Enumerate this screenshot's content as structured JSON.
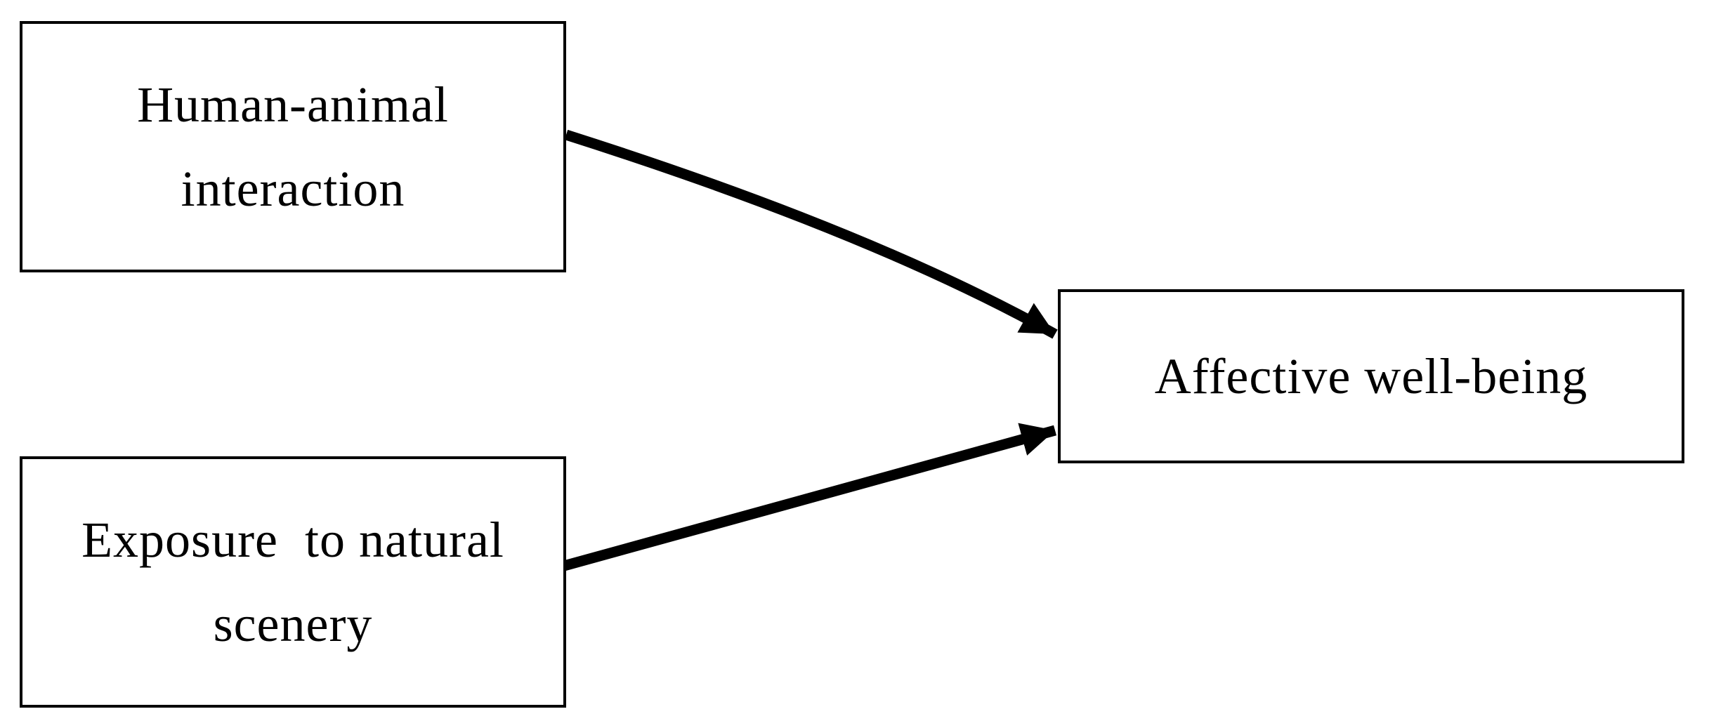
{
  "figure": {
    "type": "path-diagram",
    "background_color": "#ffffff",
    "stroke_color": "#000000",
    "text_color": "#000000",
    "nodes": [
      {
        "id": "human-animal-interaction",
        "label": "Human-animal interaction",
        "lines": [
          "Human-animal",
          "interaction"
        ]
      },
      {
        "id": "exposure-to-natural-scenery",
        "label": "Exposure to natural scenery",
        "lines": [
          "Exposure  to natural",
          "scenery"
        ]
      },
      {
        "id": "affective-well-being",
        "label": "Affective well-being",
        "lines": [
          "Affective well-being"
        ]
      }
    ],
    "edges": [
      {
        "from": "human-animal-interaction",
        "to": "affective-well-being",
        "style": "solid-black-arrow"
      },
      {
        "from": "exposure-to-natural-scenery",
        "to": "affective-well-being",
        "style": "solid-black-arrow"
      }
    ]
  }
}
